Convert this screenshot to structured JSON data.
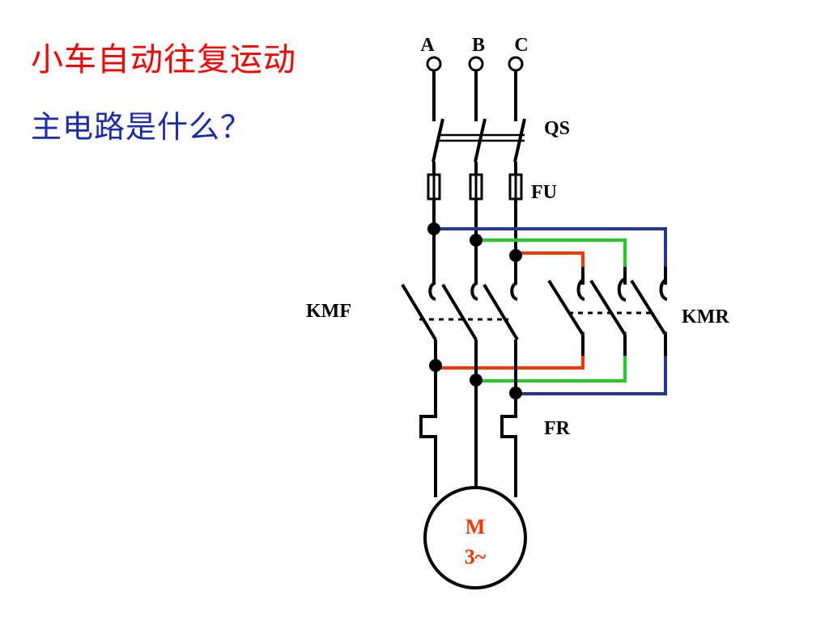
{
  "slide": {
    "title": "小车自动往复运动",
    "question": "主电路是什么？"
  },
  "colors": {
    "title": "#ff0000",
    "question": "#1a2bb0",
    "wire": "#000000",
    "blue_wire": "#24359a",
    "green_wire": "#22cc22",
    "red_wire": "#ff3300",
    "motor_label": "#ff3300"
  },
  "diagram": {
    "phases": [
      "A",
      "B",
      "C"
    ],
    "switch_label": "QS",
    "fuse_label": "FU",
    "forward_contactor_label": "KMF",
    "reverse_contactor_label": "KMR",
    "overload_relay_label": "FR",
    "motor": {
      "symbol": "M",
      "type": "3~"
    }
  }
}
